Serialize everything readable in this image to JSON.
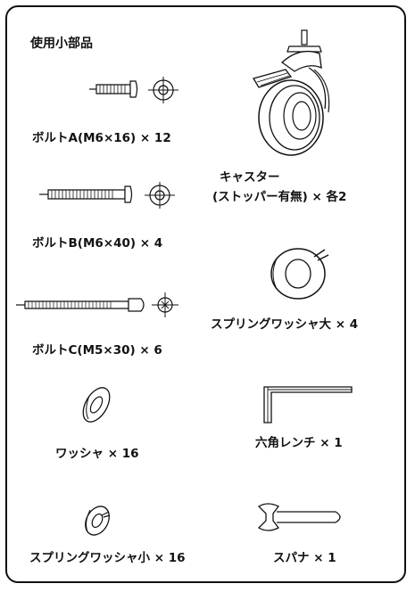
{
  "title": "使用小部品",
  "parts": {
    "bolt_a": "ボルトA(M6×16) × 12",
    "bolt_b": "ボルトB(M6×40) × 4",
    "bolt_c": "ボルトC(M5×30) × 6",
    "washer": "ワッシャ × 16",
    "spring_washer_small": "スプリングワッシャ小 × 16",
    "caster_line1": "キャスター",
    "caster_line2": "(ストッパー有無) × 各2",
    "spring_washer_large": "スプリングワッシャ大 × 4",
    "hex_wrench": "六角レンチ × 1",
    "spanner": "スパナ × 1"
  }
}
